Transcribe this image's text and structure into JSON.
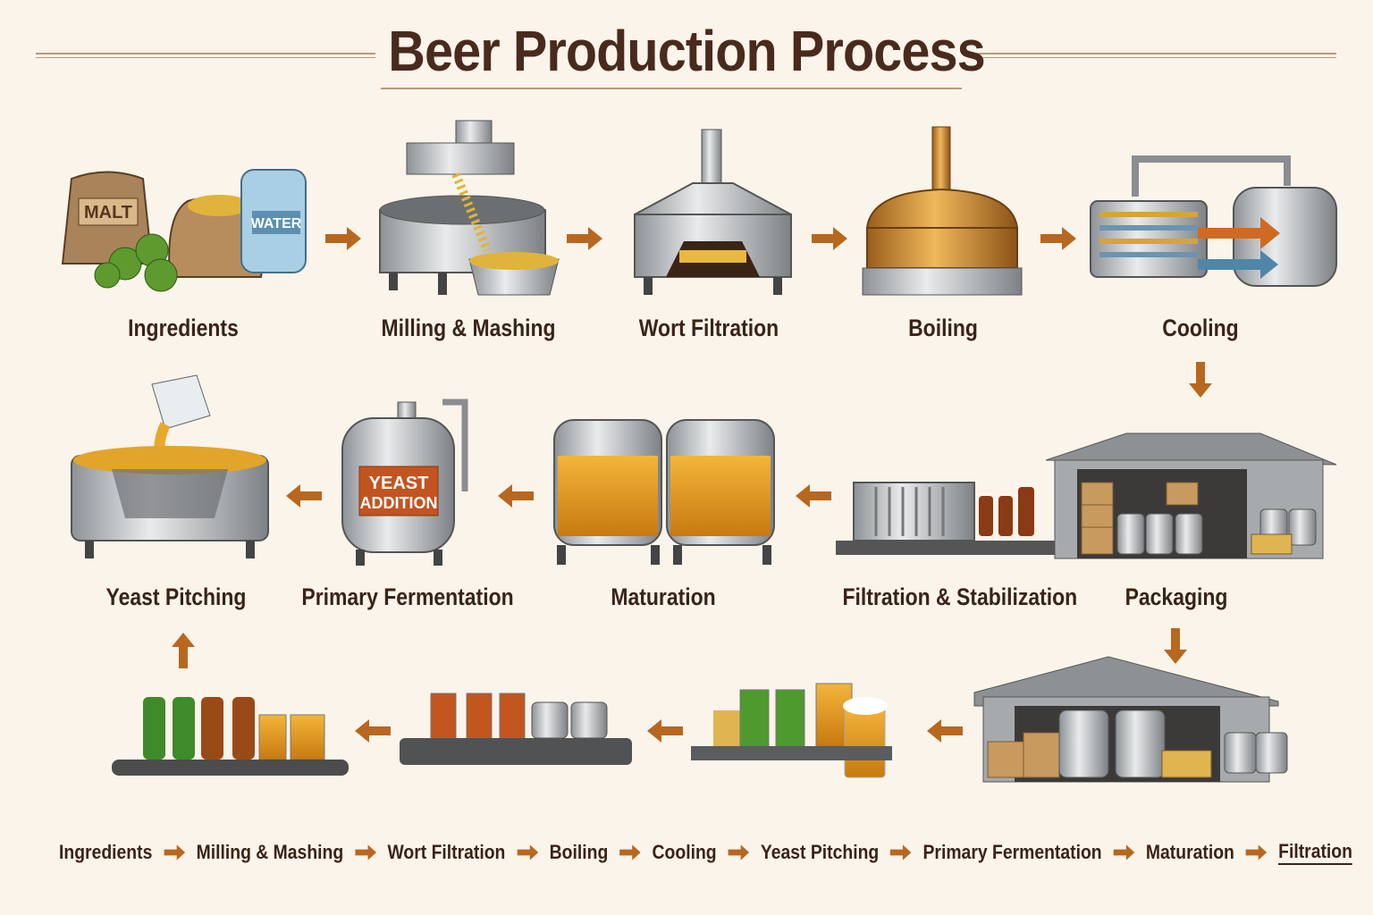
{
  "title": "Beer Production Process",
  "row1": [
    {
      "label": "Ingredients"
    },
    {
      "label": "Milling & Mashing"
    },
    {
      "label": "Wort Filtration"
    },
    {
      "label": "Boiling"
    },
    {
      "label": "Cooling"
    }
  ],
  "row2": [
    {
      "label": "Yeast Pitching"
    },
    {
      "label": "Primary Fermentation"
    },
    {
      "label": "Maturation"
    },
    {
      "label": "Filtration & Stabilization"
    },
    {
      "label": "Packaging"
    }
  ],
  "ingredients_tags": {
    "malt": "MALT",
    "water": "WATER"
  },
  "yeast_tag": {
    "line1": "YEAST",
    "line2": "ADDITION"
  },
  "flow": [
    "Ingredients",
    "Milling & Mashing",
    "Wort Filtration",
    "Boiling",
    "Cooling",
    "Yeast Pitching",
    "Primary Fermentation",
    "Maturation",
    "Filtration"
  ],
  "colors": {
    "arrow": "#b8671e",
    "text": "#3a2317",
    "background": "#fbf4ea",
    "copper": "#c98a2e",
    "steel": "#b9bcbf"
  }
}
